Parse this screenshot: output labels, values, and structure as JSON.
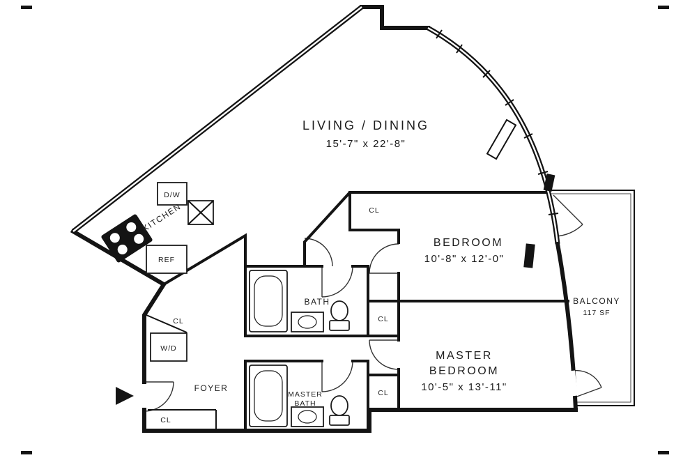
{
  "plan_title": "apartment-floor-plan",
  "colors": {
    "wall": "#141414",
    "background": "#ffffff",
    "text": "#1c1c1c"
  },
  "rooms": {
    "living_dining": {
      "label": "LIVING / DINING",
      "dims": "15'-7\" x 22'-8\""
    },
    "kitchen": {
      "label": "KITCHEN"
    },
    "bedroom": {
      "label": "BEDROOM",
      "dims": "10'-8\" x 12'-0\""
    },
    "master_bedroom": {
      "line1": "MASTER",
      "line2": "BEDROOM",
      "dims": "10'-5\" x 13'-11\""
    },
    "bath": {
      "label": "BATH"
    },
    "master_bath": {
      "line1": "MASTER",
      "line2": "BATH"
    },
    "balcony": {
      "label": "BALCONY",
      "area": "117 SF"
    },
    "foyer": {
      "label": "FOYER"
    }
  },
  "fixtures": {
    "washer_dryer": "W/D",
    "dishwasher": "D/W",
    "refrigerator": "REF"
  },
  "closets": [
    "CL",
    "CL",
    "CL",
    "CL",
    "CL"
  ]
}
